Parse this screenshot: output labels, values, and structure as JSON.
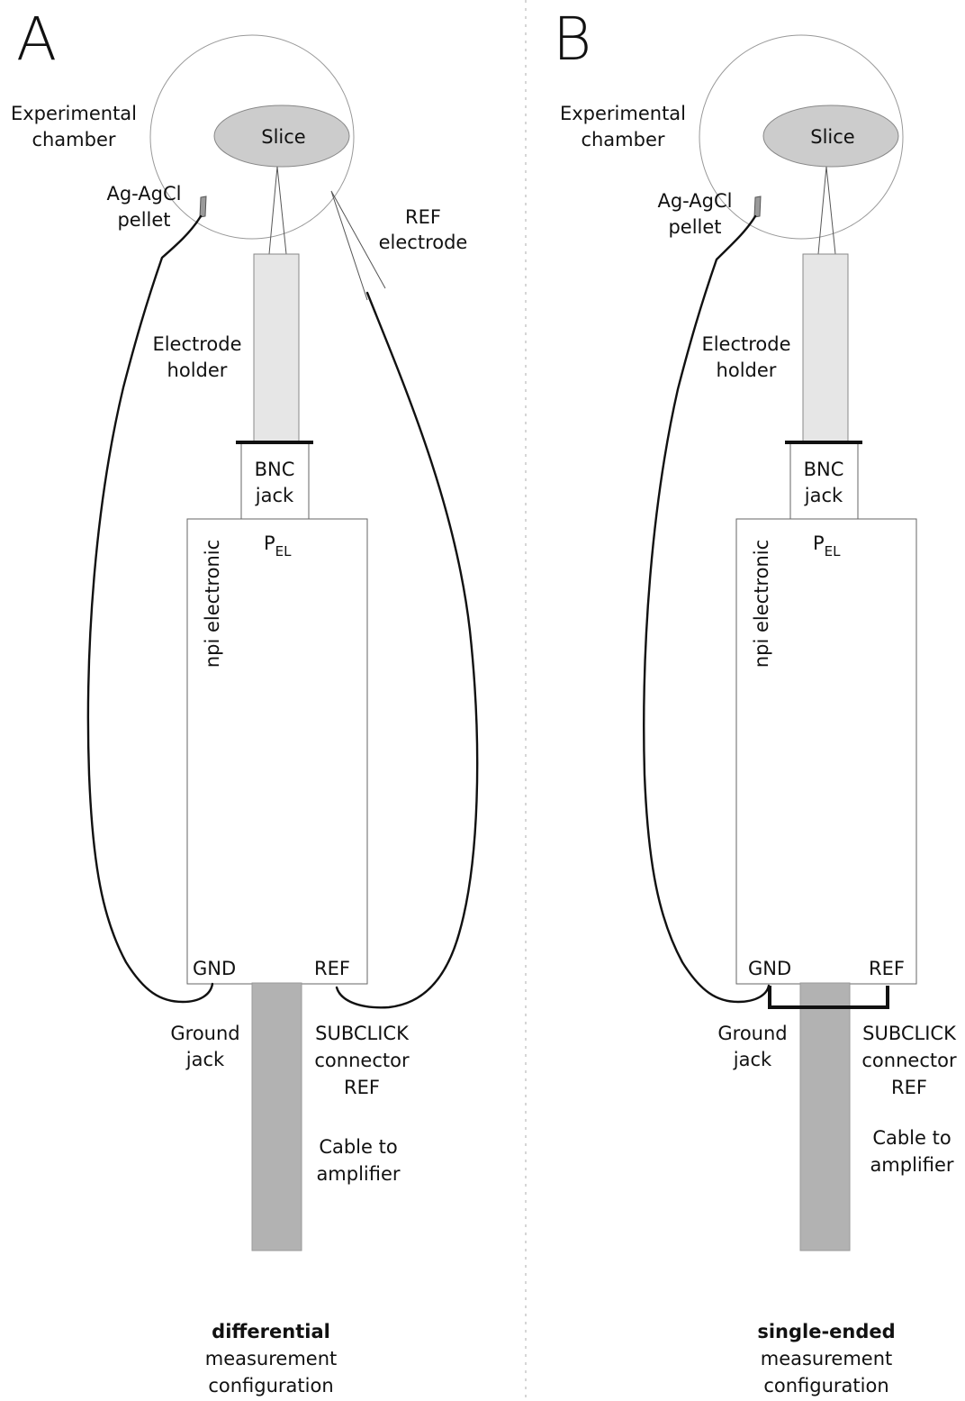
{
  "colors": {
    "slice": "#cccccc",
    "holder": "#e6e6e6",
    "cable": "#b2b2b2",
    "wire": "#111111",
    "outline": "#666666",
    "divider": "#bbbbbb"
  },
  "panels": [
    {
      "letter": "A",
      "chamber": [
        "Experimental",
        "chamber"
      ],
      "slice": "Slice",
      "pellet": [
        "Ag-AgCl",
        "pellet"
      ],
      "ref_electrode": [
        "REF",
        "electrode"
      ],
      "holder": [
        "Electrode",
        "holder"
      ],
      "bnc": [
        "BNC",
        "jack"
      ],
      "device": "npi electronic",
      "pel_main": "P",
      "pel_sub": "EL",
      "gnd": "GND",
      "ref": "REF",
      "ground_jack": [
        "Ground",
        "jack"
      ],
      "subclick": [
        "SUBCLICK",
        "connector",
        "REF"
      ],
      "cable": [
        "Cable to",
        "amplifier"
      ],
      "caption_bold": "differential",
      "caption": [
        "measurement",
        "configuration"
      ]
    },
    {
      "letter": "B",
      "chamber": [
        "Experimental",
        "chamber"
      ],
      "slice": "Slice",
      "pellet": [
        "Ag-AgCl",
        "pellet"
      ],
      "holder": [
        "Electrode",
        "holder"
      ],
      "bnc": [
        "BNC",
        "jack"
      ],
      "device": "npi electronic",
      "pel_main": "P",
      "pel_sub": "EL",
      "gnd": "GND",
      "ref": "REF",
      "ground_jack": [
        "Ground",
        "jack"
      ],
      "subclick": [
        "SUBCLICK",
        "connector",
        "REF"
      ],
      "cable": [
        "Cable to",
        "amplifier"
      ],
      "caption_bold": "single-ended",
      "caption": [
        "measurement",
        "configuration"
      ]
    }
  ]
}
